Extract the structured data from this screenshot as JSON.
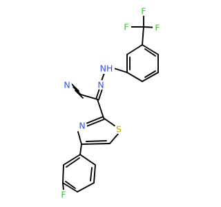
{
  "diagram": {
    "atoms": {
      "f_top1": {
        "text": "F",
        "color": "#33cc33"
      },
      "f_top2": {
        "text": "F",
        "color": "#33cc33"
      },
      "f_top3": {
        "text": "F",
        "color": "#33cc33"
      },
      "nh": {
        "text": "NH",
        "color": "#3050f8"
      },
      "n_hydrazone": {
        "text": "N",
        "color": "#3050f8"
      },
      "n_nitrile": {
        "text": "N",
        "color": "#3050f8"
      },
      "n_thiazole": {
        "text": "N",
        "color": "#3050f8"
      },
      "s_thiazole": {
        "text": "S",
        "color": "#c8a000"
      },
      "f_bottom": {
        "text": "F",
        "color": "#33cc33"
      }
    }
  }
}
